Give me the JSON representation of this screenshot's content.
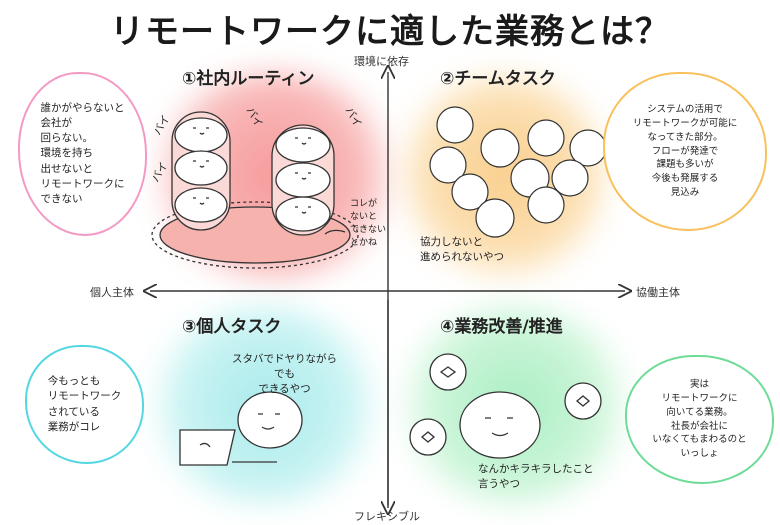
{
  "title": "リモートワークに適した業務とは？",
  "axes": {
    "top": "環境に依存",
    "bottom": "フレキシブル",
    "left": "個人主体",
    "right": "協働主体"
  },
  "quadrants": {
    "q1": {
      "title": "①社内ルーティン",
      "bubble": "誰かがやらないと\n会社が\n回らない。\n環境を持ち\n出せないと\nリモートワークに\nできない",
      "annotation": "コレが\nないと\nできない\nとかね",
      "bai1": "バイ",
      "bai2": "バイ",
      "bai3": "バイ",
      "bai4": "バイ"
    },
    "q2": {
      "title": "②チームタスク",
      "bubble": "システムの活用で\nリモートワークが可能に\nなってきた部分。\nフローが発達で\n課題も多いが\n今後も発展する\n見込み",
      "annotation": "協力しないと\n進められないやつ"
    },
    "q3": {
      "title": "③個人タスク",
      "bubble": "今もっとも\nリモートワーク\nされている\n業務がコレ",
      "annotation": "スタバでドヤりながら\nでも\nできるやつ"
    },
    "q4": {
      "title": "④業務改善/推進",
      "bubble": "実は\nリモートワークに\n向いてる業務。\n社長が会社に\nいなくてもまわるのと\nいっしょ",
      "annotation": "なんかキラキラしたこと\n言うやつ"
    }
  },
  "colors": {
    "q1": "#f47a7a",
    "q2": "#f8bf67",
    "q3": "#8ee4e6",
    "q4": "#8ee9b0",
    "bubble_q1": "#f39ac4",
    "bubble_q2": "#f8c15d",
    "bubble_q3": "#54d7e2",
    "bubble_q4": "#6edb96"
  }
}
